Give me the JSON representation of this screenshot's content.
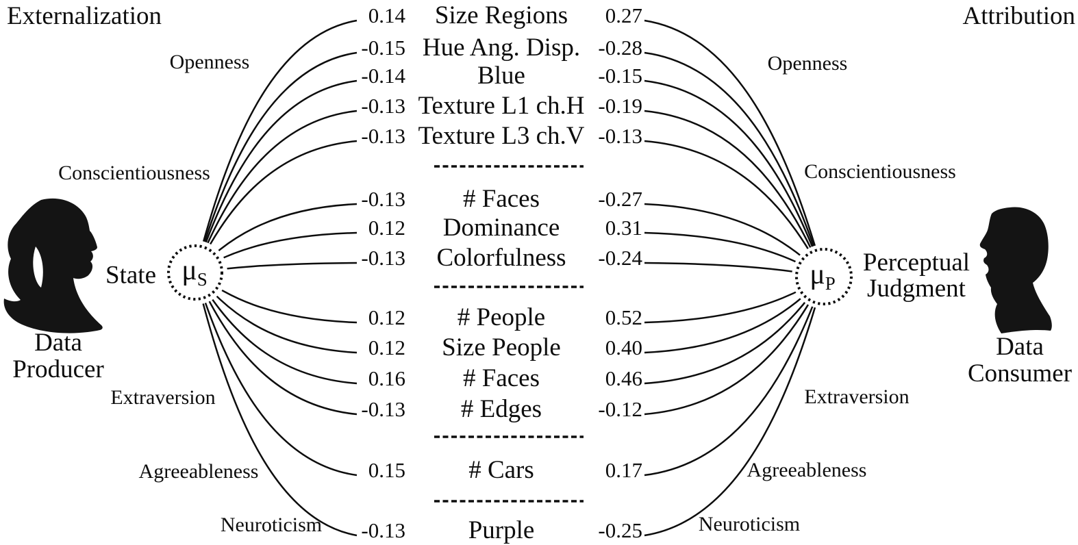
{
  "titles": {
    "left": "Externalization",
    "right": "Attribution"
  },
  "left_actor": {
    "name_line1": "Data",
    "name_line2": "Producer",
    "node_label": "State",
    "node_symbol": "μ",
    "node_subscript": "S"
  },
  "right_actor": {
    "name_line1": "Data",
    "name_line2": "Consumer",
    "node_label_line1": "Perceptual",
    "node_label_line2": "Judgment",
    "node_symbol": "μ",
    "node_subscript": "P"
  },
  "traits": [
    "Openness",
    "Conscientiousness",
    "Extraversion",
    "Agreeableness",
    "Neuroticism"
  ],
  "colors": {
    "ink": "#0d0d0d",
    "background": "#ffffff"
  },
  "chart_data": {
    "type": "lens-model-diagram",
    "left_hub": "State (μS)",
    "right_hub": "Perceptual Judgment (μP)",
    "cue_groups": [
      {
        "cues": [
          {
            "state_loading": "0.14",
            "cue": "Size Regions",
            "judgment_loading": "0.27"
          },
          {
            "state_loading": "-0.15",
            "cue": "Hue Ang. Disp.",
            "judgment_loading": "-0.28"
          },
          {
            "state_loading": "-0.14",
            "cue": "Blue",
            "judgment_loading": "-0.15"
          },
          {
            "state_loading": "-0.13",
            "cue": "Texture L1 ch.H",
            "judgment_loading": "-0.19"
          },
          {
            "state_loading": "-0.13",
            "cue": "Texture L3 ch.V",
            "judgment_loading": "-0.13"
          }
        ]
      },
      {
        "cues": [
          {
            "state_loading": "-0.13",
            "cue": "# Faces",
            "judgment_loading": "-0.27"
          },
          {
            "state_loading": "0.12",
            "cue": "Dominance",
            "judgment_loading": "0.31"
          },
          {
            "state_loading": "-0.13",
            "cue": "Colorfulness",
            "judgment_loading": "-0.24"
          }
        ]
      },
      {
        "cues": [
          {
            "state_loading": "0.12",
            "cue": "# People",
            "judgment_loading": "0.52"
          },
          {
            "state_loading": "0.12",
            "cue": "Size People",
            "judgment_loading": "0.40"
          },
          {
            "state_loading": "0.16",
            "cue": "# Faces",
            "judgment_loading": "0.46"
          },
          {
            "state_loading": "-0.13",
            "cue": "# Edges",
            "judgment_loading": "-0.12"
          }
        ]
      },
      {
        "cues": [
          {
            "state_loading": "0.15",
            "cue": "# Cars",
            "judgment_loading": "0.17"
          }
        ]
      },
      {
        "cues": [
          {
            "state_loading": "-0.13",
            "cue": "Purple",
            "judgment_loading": "-0.25"
          }
        ]
      }
    ]
  }
}
